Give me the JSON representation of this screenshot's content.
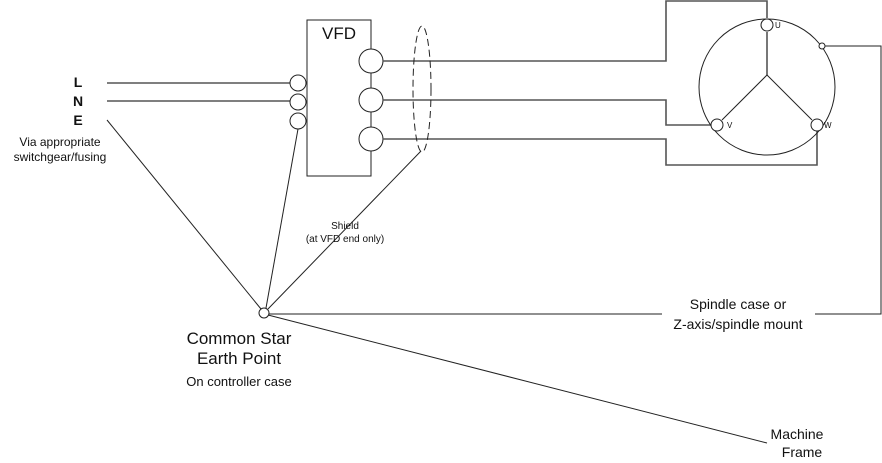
{
  "supply": {
    "labels": [
      "L",
      "N",
      "E"
    ],
    "note_line1": "Via appropriate",
    "note_line2": "switchgear/fusing"
  },
  "vfd": {
    "label": "VFD"
  },
  "shield": {
    "line1": "Shield",
    "line2": "(at VFD end only)"
  },
  "motor": {
    "terminals": [
      "U",
      "V",
      "W"
    ]
  },
  "star_point": {
    "line1": "Common Star",
    "line2": "Earth Point",
    "line3": "On controller case"
  },
  "spindle": {
    "line1": "Spindle case or",
    "line2": "Z-axis/spindle mount"
  },
  "frame": {
    "line1": "Machine",
    "line2": "Frame"
  }
}
